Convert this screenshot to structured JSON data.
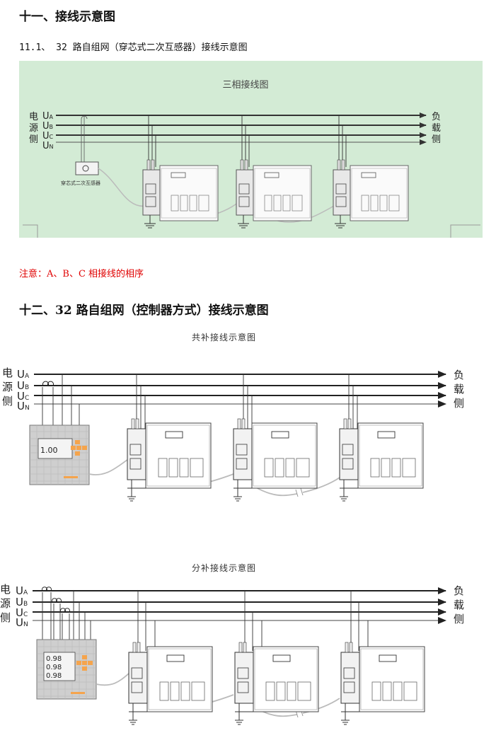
{
  "section11": {
    "title": "十一、接线示意图",
    "subtitle": "11.1、   32 路自组网（穿芯式二次互感器）接线示意图"
  },
  "diagram1": {
    "title": "三相接线图",
    "source_chars": [
      "电",
      "源",
      "侧"
    ],
    "load_chars": [
      "负",
      "载",
      "侧"
    ],
    "lines": [
      {
        "main": "U",
        "sub": "A"
      },
      {
        "main": "U",
        "sub": "B"
      },
      {
        "main": "U",
        "sub": "C"
      },
      {
        "main": "U",
        "sub": "N"
      }
    ],
    "ct_label": "穿芯式二次互感器",
    "bg_color": "#d3ebd5"
  },
  "note": "注意：A、B、C 相接线的相序",
  "section12": {
    "title": "十二、32 路自组网（控制器方式）接线示意图"
  },
  "diagram2": {
    "title": "共补接线示意图",
    "source_chars": [
      "电",
      "源",
      "侧"
    ],
    "load_chars": [
      "负",
      "载",
      "侧"
    ],
    "lines": [
      {
        "main": "U",
        "sub": "A"
      },
      {
        "main": "U",
        "sub": "B"
      },
      {
        "main": "U",
        "sub": "C"
      },
      {
        "main": "U",
        "sub": "N"
      }
    ],
    "controller_value": "1.00",
    "controller_accent": "#f5a44c"
  },
  "diagram3": {
    "title": "分补接线示意图",
    "source_chars": [
      "电",
      "源",
      "侧"
    ],
    "load_chars": [
      "负",
      "载",
      "侧"
    ],
    "lines": [
      {
        "main": "U",
        "sub": "A"
      },
      {
        "main": "U",
        "sub": "B"
      },
      {
        "main": "U",
        "sub": "C"
      },
      {
        "main": "U",
        "sub": "N"
      }
    ],
    "controller_values": [
      "0.98",
      "0.98",
      "0.98"
    ],
    "controller_accent": "#f5a44c"
  }
}
